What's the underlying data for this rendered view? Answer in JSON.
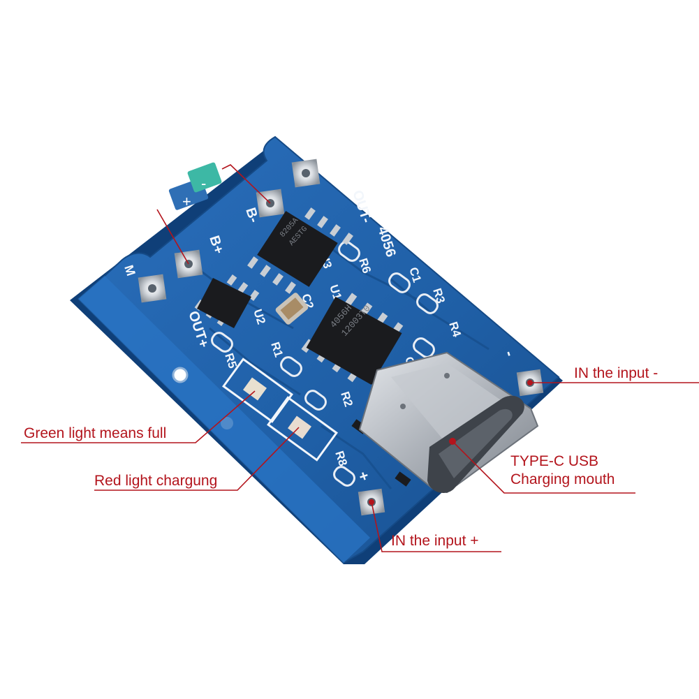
{
  "callouts": {
    "in_minus": "IN the input -",
    "green_light": "Green light means full",
    "red_light": "Red light chargung",
    "typec_line1": "TYPE-C USB",
    "typec_line2": "Charging mouth",
    "in_plus": "IN the input +"
  },
  "battery": {
    "plus": "+",
    "minus": "-"
  },
  "silkscreen": {
    "out_minus": "OUT-",
    "out_plus": "OUT+",
    "b_minus": "B-",
    "b_plus": "B+",
    "m_label": "M",
    "model": "4056",
    "u1": "U1",
    "u2": "U2",
    "u3": "U3",
    "c1": "C1",
    "c2": "C2",
    "c3": "C3",
    "r1": "R1",
    "r2": "R2",
    "r3": "R3",
    "r4": "R4",
    "r5": "R5",
    "r6": "R6",
    "r8": "R8",
    "in_minus_sign": "-",
    "in_plus_sign": "+"
  },
  "chips": {
    "u1_line1": "4056H",
    "u1_line2": "12003T0",
    "u3_line1": "8205A",
    "u3_line2": "AESTG"
  },
  "colors": {
    "pcb": "#1f5fa6",
    "accent": "#b3141c",
    "battery_body": "#2f6fb5",
    "battery_end": "#3db8a5"
  }
}
